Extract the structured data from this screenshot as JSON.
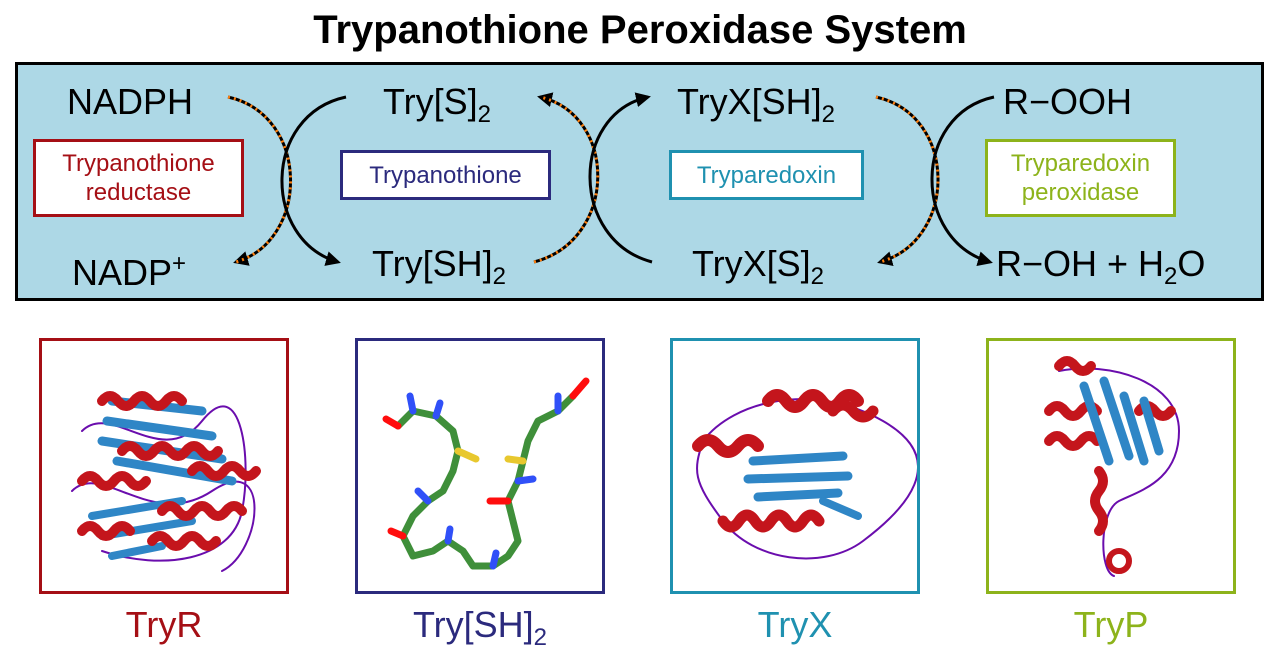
{
  "title": "Trypanothione Peroxidase System",
  "colors": {
    "panel_bg": "#add8e6",
    "tryr": "#a50f15",
    "try": "#2b2a7d",
    "tryx": "#1f91b0",
    "tryp": "#8db31b",
    "helix": "#c4151c",
    "sheet": "#2f86c6",
    "loop": "#6a0dad",
    "stick": "#3f8f3a"
  },
  "species": {
    "nadph": "NADPH",
    "nadp": "NADP",
    "nadp_charge": "+",
    "try_s2_base": "Try[S]",
    "try_s2_sub": "2",
    "try_sh2_base": "Try[SH]",
    "try_sh2_sub": "2",
    "tryx_sh2_base": "TryX[SH]",
    "tryx_sh2_sub": "2",
    "tryx_s2_base": "TryX[S]",
    "tryx_s2_sub": "2",
    "rooh": "R−OOH",
    "roh": "R−OH + H",
    "roh_sub": "2",
    "roh_tail": "O"
  },
  "enzymes": {
    "tryr_line1": "Trypanothione",
    "tryr_line2": "reductase",
    "try": "Trypanothione",
    "tryx": "Tryparedoxin",
    "tryp_line1": "Tryparedoxin",
    "tryp_line2": "peroxidase"
  },
  "captions": {
    "tryr": "TryR",
    "try_base": "Try[SH]",
    "try_sub": "2",
    "tryx": "TryX",
    "tryp": "TryP"
  }
}
